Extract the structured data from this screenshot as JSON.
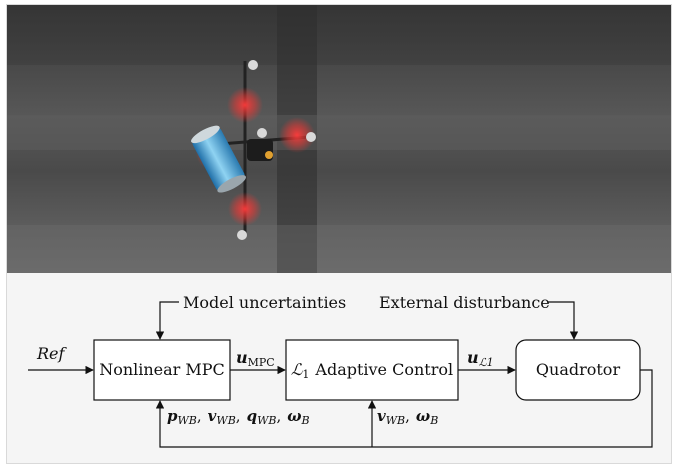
{
  "diagram": {
    "blocks": {
      "mpc": "Nonlinear MPC",
      "l1_symbol": "ℒ",
      "l1_sub": "1",
      "l1_text": "Adaptive Control",
      "quad": "Quadrotor"
    },
    "inputs": {
      "ref": "Ref",
      "model_uncertainties": "Model uncertainties",
      "external_disturbance": "External disturbance"
    },
    "signals": {
      "u_mpc_main": "u",
      "u_mpc_sub": "MPC",
      "u_l1_main": "u",
      "u_l1_sub": "ℒ1"
    },
    "feedback": {
      "mpc_state": {
        "p": "p",
        "p_sub": "WB",
        "v": "v",
        "v_sub": "WB",
        "q": "q",
        "q_sub": "WB",
        "w": "ω",
        "w_sub": "B"
      },
      "l1_state": {
        "v": "v",
        "v_sub": "WB",
        "w": "ω",
        "w_sub": "B"
      },
      "sep": ","
    }
  },
  "colors": {
    "background_top": "#4a4a4a",
    "propeller_glow": "#e53935",
    "can": "#3aa0d8",
    "line": "#111111"
  }
}
